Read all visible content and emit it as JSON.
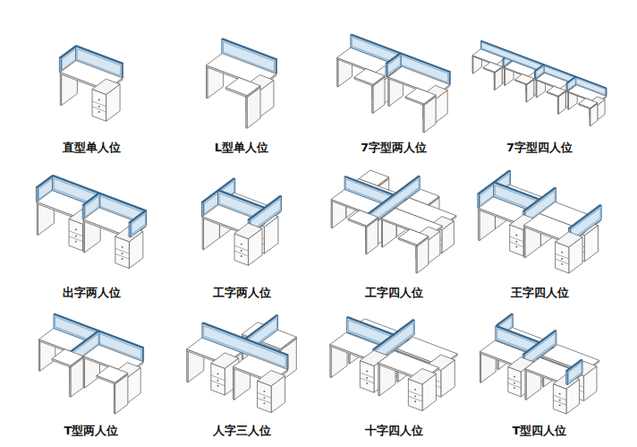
{
  "diagram": {
    "labels": [
      "直型单人位",
      "L型单人位",
      "7字型两人位",
      "7字型四人位",
      "出字两人位",
      "工字两人位",
      "工字四人位",
      "王字四人位",
      "T型两人位",
      "人字三人位",
      "十字四人位",
      "T型四人位"
    ]
  }
}
